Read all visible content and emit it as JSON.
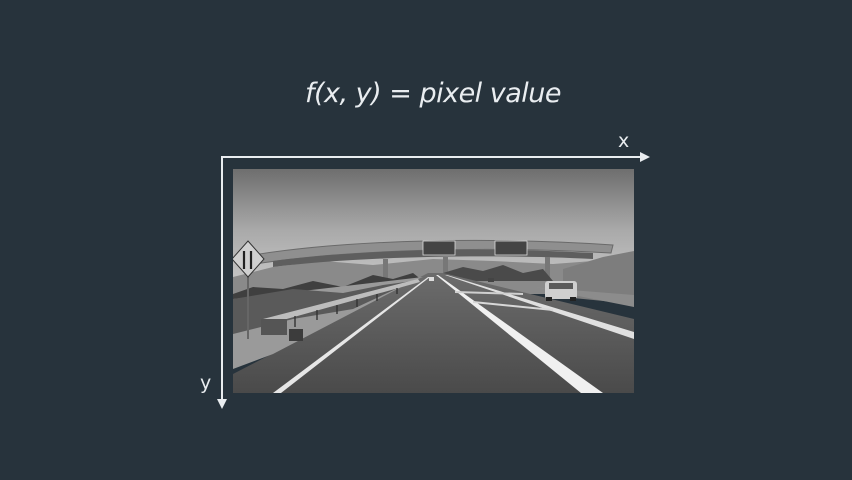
{
  "title": "f(x, y) = pixel value",
  "axes": {
    "x_label": "x",
    "y_label": "y"
  },
  "image": {
    "description_icon": "grayscale-road-photo-icon"
  },
  "colors": {
    "background": "#27333c",
    "foreground": "#e9edf0"
  }
}
